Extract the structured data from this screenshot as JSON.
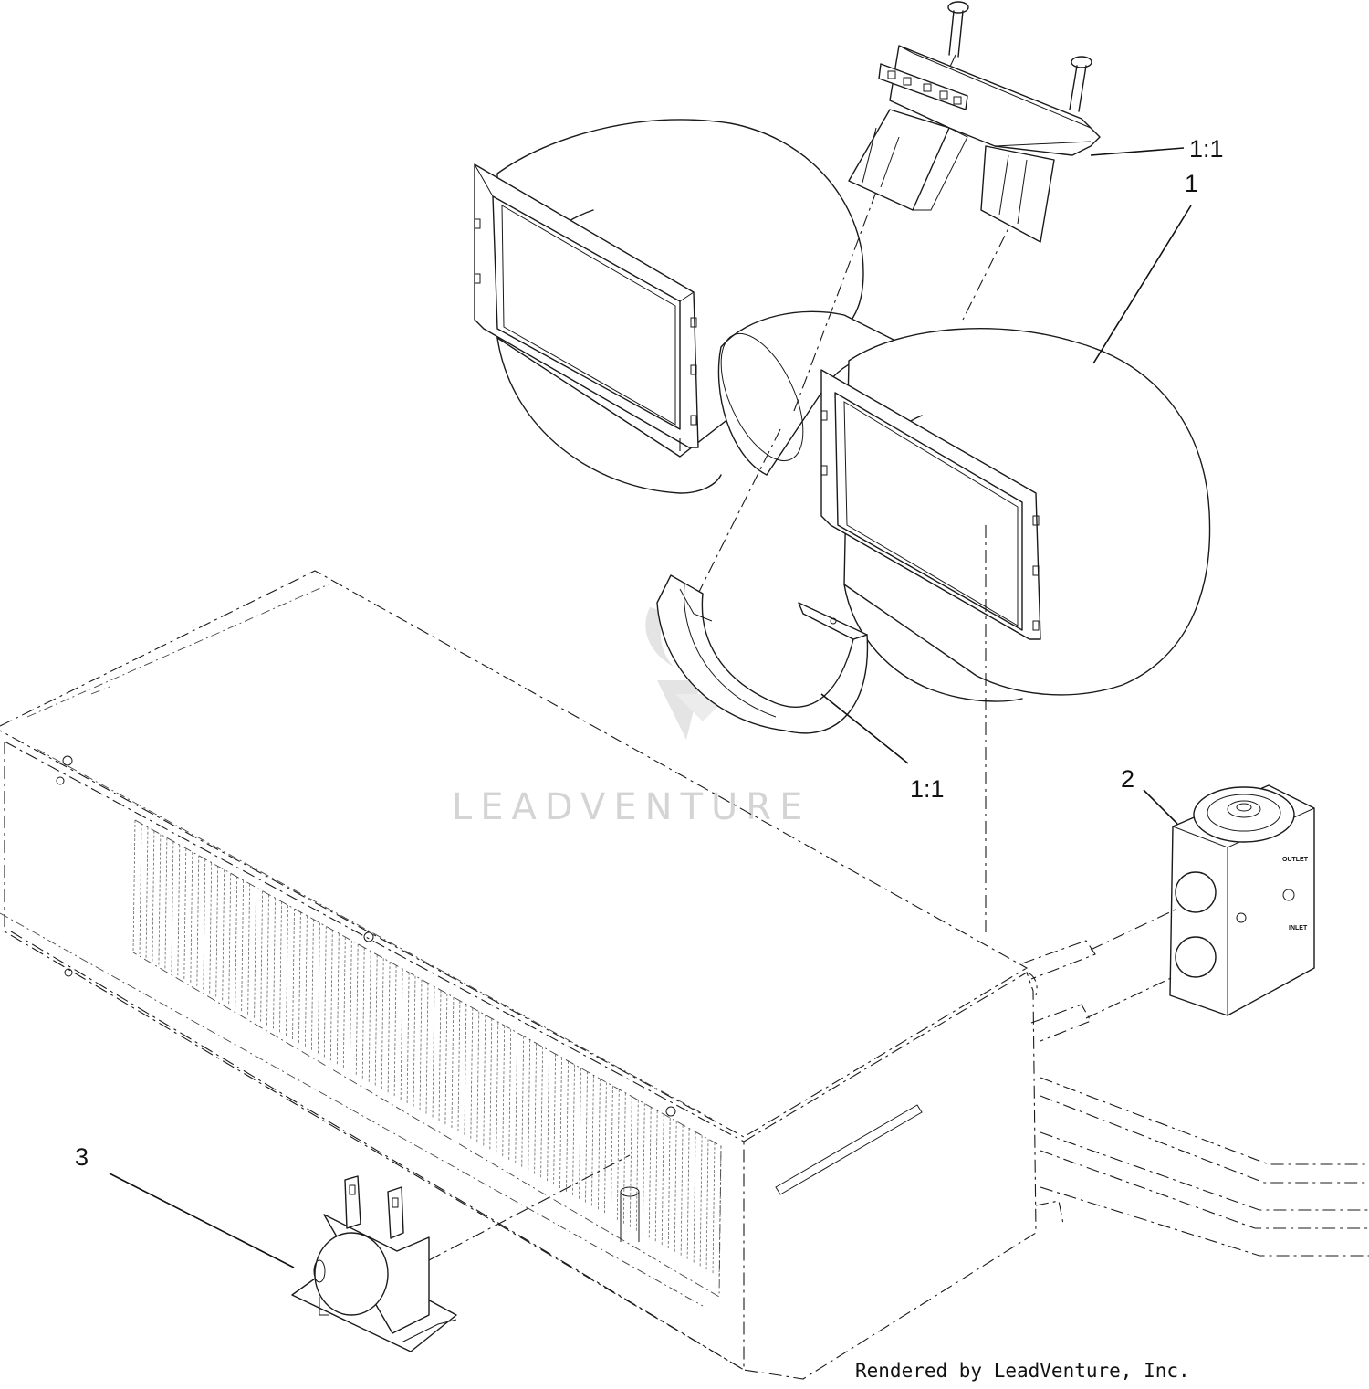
{
  "callouts": {
    "fan_fastener_ref": "1:1",
    "fan_assembly": "1",
    "lower_clamp_ref": "1:1",
    "expansion_valve": "2",
    "switch": "3"
  },
  "valve_labels": {
    "outlet": "OUTLET",
    "inlet": "INLET"
  },
  "watermark": "LEADVENTURE",
  "credit": "Rendered by LeadVenture, Inc.",
  "icons": {
    "watermark_logo": "leadventure-logo-icon"
  }
}
